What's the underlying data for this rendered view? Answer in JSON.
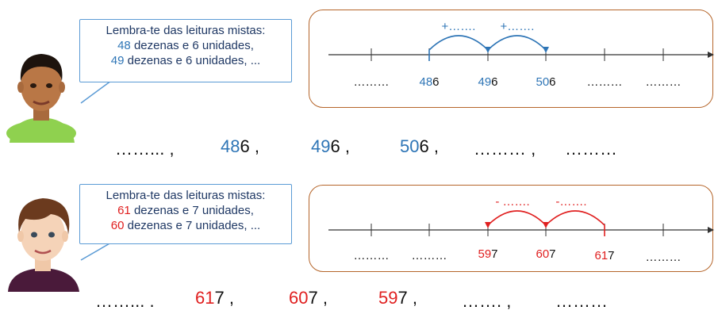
{
  "exercise1": {
    "bubble": {
      "line1": "Lembra-te das leituras mistas:",
      "line2_num": "48",
      "line2_rest": " dezenas e 6 unidades,",
      "line3_num": "49",
      "line3_rest": " dezenas e 6 unidades, ..."
    },
    "numberline": {
      "arc_label_1": "+…….",
      "arc_label_2": "+…….",
      "labels": [
        {
          "pre": "",
          "hl": "",
          "rest": "………"
        },
        {
          "pre": "",
          "hl": "48",
          "rest": "6"
        },
        {
          "pre": "",
          "hl": "49",
          "rest": "6"
        },
        {
          "pre": "",
          "hl": "50",
          "rest": "6"
        },
        {
          "pre": "",
          "hl": "",
          "rest": "………"
        },
        {
          "pre": "",
          "hl": "",
          "rest": "………"
        }
      ]
    },
    "sequence": {
      "item1": "……... ,",
      "item2_hl": "48",
      "item2_rest": "6 ,",
      "item3_hl": "49",
      "item3_rest": "6 ,",
      "item4_hl": "50",
      "item4_rest": "6 ,",
      "item5": "……… ,",
      "item6": "………"
    }
  },
  "exercise2": {
    "bubble": {
      "line1": "Lembra-te das leituras mistas:",
      "line2_num": "61",
      "line2_rest": " dezenas e 7 unidades,",
      "line3_num": "60",
      "line3_rest": " dezenas e 7 unidades, ..."
    },
    "numberline": {
      "arc_label_1": "- …….",
      "arc_label_2": "-…….",
      "labels": [
        {
          "hl": "",
          "rest": "………"
        },
        {
          "hl": "",
          "rest": "………"
        },
        {
          "hl": "59",
          "rest": "7"
        },
        {
          "hl": "60",
          "rest": "7"
        },
        {
          "hl": "61",
          "rest": "7"
        },
        {
          "hl": "",
          "rest": "………"
        }
      ]
    },
    "sequence": {
      "item1": "……... .",
      "item2_hl": "61",
      "item2_rest": "7 ,",
      "item3_hl": "60",
      "item3_rest": "7 ,",
      "item4_hl": "59",
      "item4_rest": "7 ,",
      "item5": "……. ,",
      "item6": "………"
    }
  },
  "colors": {
    "blue": "#2e75b6",
    "red": "#e02020",
    "panel_border": "#b5652a",
    "bubble_border": "#5b9bd5"
  }
}
